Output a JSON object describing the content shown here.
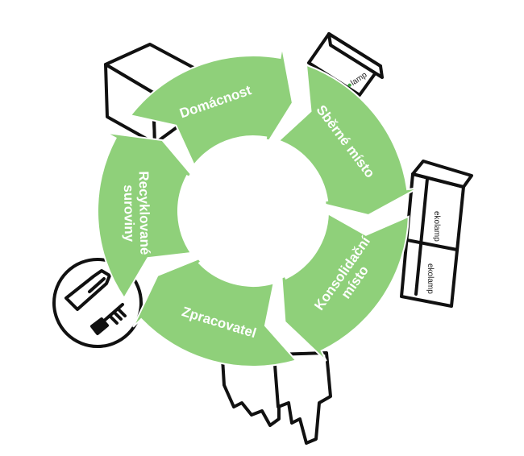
{
  "diagram": {
    "steps": [
      {
        "label": "Domácnost"
      },
      {
        "label": "Sběrné místo"
      },
      {
        "label_lines": [
          "Konsolidační",
          "místo"
        ]
      },
      {
        "label": "Zpracovatel"
      },
      {
        "label_lines": [
          "Recyklované",
          "suroviny"
        ]
      }
    ],
    "brand": {
      "prefix": "ek",
      "suffix": "lamp",
      "full": "ekolamp"
    }
  },
  "colors": {
    "segment_fill": "#8fd07a",
    "label_text": "#ffffff",
    "outline": "#111111",
    "brand_dot": "#3aa23a"
  },
  "icons": [
    "house-icon",
    "collection-box-icon",
    "container-stack-icon",
    "factory-icon",
    "recycled-materials-icon"
  ]
}
